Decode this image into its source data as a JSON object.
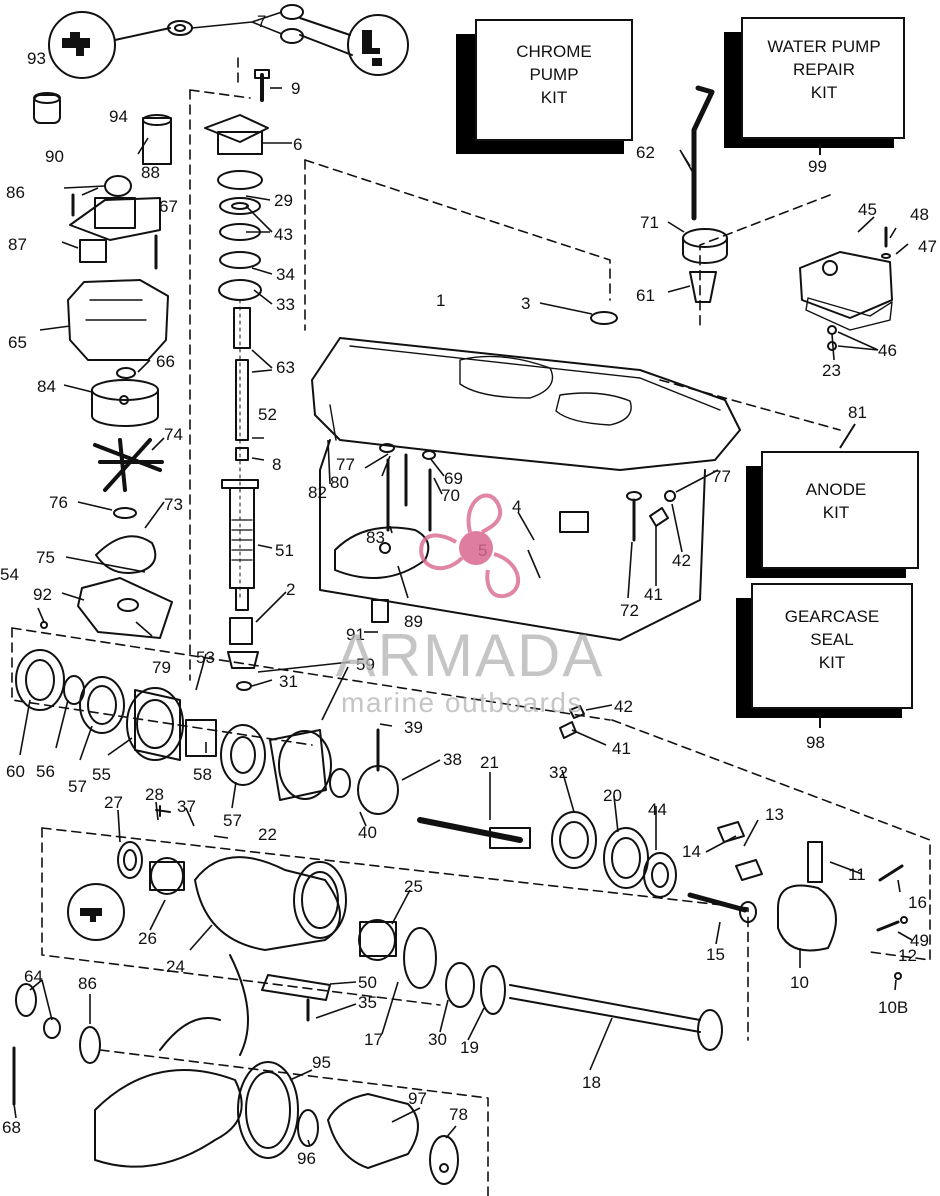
{
  "kits": [
    {
      "id": "chrome_pump",
      "lines": [
        "CHROME",
        "PUMP",
        "KIT"
      ]
    },
    {
      "id": "water_pump",
      "lines": [
        "WATER PUMP",
        "REPAIR",
        "KIT"
      ],
      "number": "99"
    },
    {
      "id": "anode",
      "lines": [
        "ANODE",
        "KIT"
      ],
      "number": "81"
    },
    {
      "id": "gearcase_seal",
      "lines": [
        "GEARCASE",
        "SEAL",
        "KIT"
      ],
      "number": "98"
    }
  ],
  "part_labels": [
    "7",
    "93",
    "9",
    "6",
    "94",
    "90",
    "88",
    "86",
    "67",
    "29",
    "43",
    "87",
    "34",
    "33",
    "63",
    "65",
    "66",
    "84",
    "52",
    "8",
    "74",
    "76",
    "73",
    "51",
    "75",
    "54",
    "92",
    "2",
    "79",
    "53",
    "91",
    "89",
    "59",
    "31",
    "60",
    "56",
    "57",
    "55",
    "58",
    "57",
    "39",
    "38",
    "21",
    "32",
    "20",
    "44",
    "13",
    "14",
    "11",
    "16",
    "27",
    "28",
    "37",
    "22",
    "40",
    "25",
    "15",
    "49",
    "12",
    "26",
    "24",
    "10",
    "50",
    "35",
    "17",
    "30",
    "19",
    "10B",
    "64",
    "86",
    "95",
    "18",
    "68",
    "96",
    "97",
    "78",
    "1",
    "3",
    "62",
    "71",
    "61",
    "45",
    "48",
    "47",
    "23",
    "46",
    "77",
    "80",
    "69",
    "70",
    "82",
    "83",
    "4",
    "5",
    "72",
    "41",
    "42",
    "41",
    "42",
    "77"
  ],
  "watermark": {
    "brand": "ARMADA",
    "tagline": "marine outboards"
  },
  "colors": {
    "ink": "#111111",
    "watermark_pink": "#d9668f",
    "watermark_grey": "#b6b6b6"
  }
}
